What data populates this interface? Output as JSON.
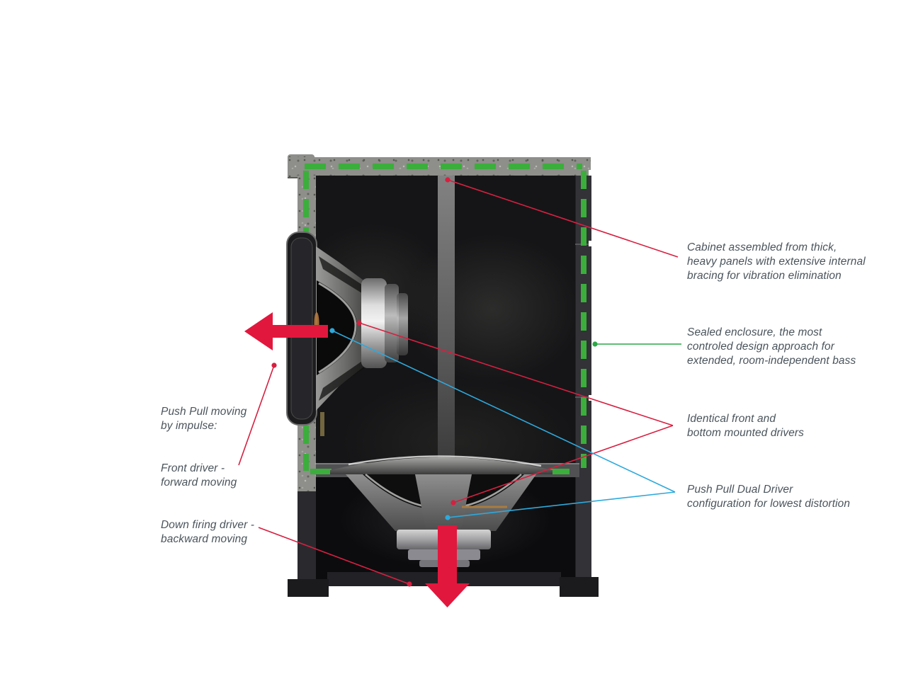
{
  "diagram": {
    "title_none": "",
    "left_annotations": [
      {
        "id": "push-pull-impulse",
        "text": "Push Pull moving\nby impulse:"
      },
      {
        "id": "front-driver",
        "text": "Front driver -\nforward moving"
      },
      {
        "id": "down-firing-driver",
        "text": "Down firing driver -\nbackward moving"
      }
    ],
    "right_annotations": [
      {
        "id": "cabinet-bracing",
        "text": "Cabinet assembled from thick,\nheavy panels with extensive internal\nbracing for vibration elimination"
      },
      {
        "id": "sealed-enclosure",
        "text": "Sealed enclosure, the most\ncontroled design approach for\nextended, room-independent bass"
      },
      {
        "id": "identical-drivers",
        "text": "Identical front and\nbottom mounted drivers"
      },
      {
        "id": "push-pull-config",
        "text": "Push Pull Dual Driver\nconfiguration for lowest distortion"
      }
    ],
    "icons": [
      "front-driver-direction-arrow-left",
      "bottom-driver-direction-arrow-down"
    ],
    "colors": {
      "red": "#e2173d",
      "line-red": "#d62040",
      "blue": "#2ea9dc",
      "green": "#3bae3b",
      "line-green": "#2aa845",
      "text": "#4a545c",
      "panel": "#8e8e8b",
      "wall-dark": "#323237",
      "interior": "#151517"
    }
  }
}
